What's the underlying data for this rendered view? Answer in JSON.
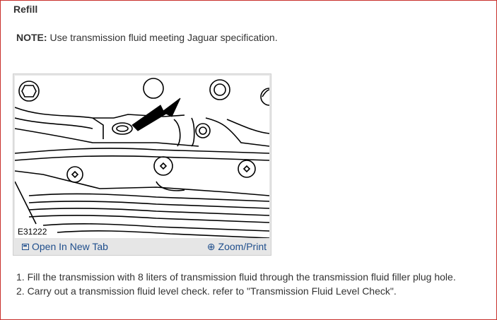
{
  "section_title": "Refill",
  "note": {
    "label": "NOTE:",
    "text": " Use transmission fluid meeting Jaguar specification."
  },
  "figure": {
    "id_label": "E31222",
    "open_tab_label": "Open In New Tab",
    "zoom_label": "Zoom/Print",
    "open_tab_icon": "open-in-new-tab-icon",
    "zoom_icon": "zoom-icon"
  },
  "steps": [
    "1. Fill the transmission with 8 liters of transmission fluid through the transmission fluid filler plug hole.",
    "2. Carry out a transmission fluid level check. refer to \"Transmission Fluid Level Check\"."
  ],
  "colors": {
    "frame_border": "#c9302c",
    "link": "#1f4e8c",
    "text": "#333333"
  }
}
